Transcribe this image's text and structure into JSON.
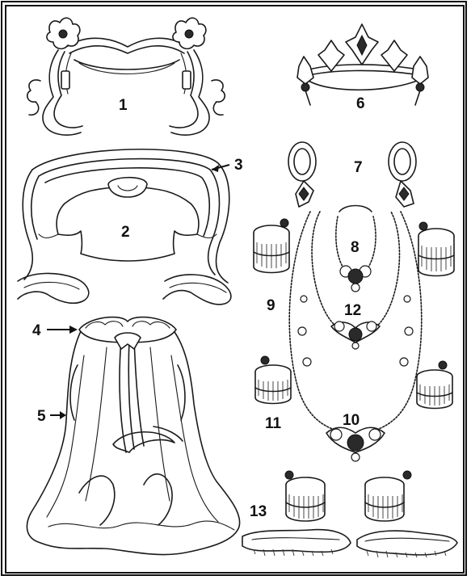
{
  "labels": {
    "l1": "1",
    "l2": "2",
    "l3": "3",
    "l4": "4",
    "l5": "5",
    "l6": "6",
    "l7": "7",
    "l8": "8",
    "l9": "9",
    "l10": "10",
    "l11": "11",
    "l12": "12",
    "l13": "13"
  },
  "colors": {
    "ink": "#1a1a1a",
    "paper": "#ffffff"
  }
}
